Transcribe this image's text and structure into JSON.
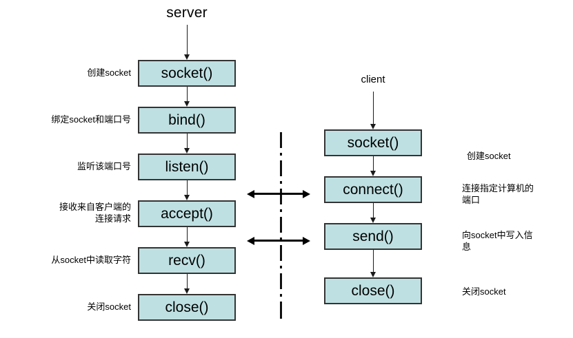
{
  "diagram": {
    "title_server": "server",
    "title_client": "client",
    "separator_style": "dash-dot vertical line",
    "box_fill": "#bfe0e2",
    "box_border": "#333333",
    "arrow_color": "#1a1a1a"
  },
  "server": {
    "label": "server",
    "steps": [
      {
        "fn": "socket()",
        "desc": "创建socket"
      },
      {
        "fn": "bind()",
        "desc": "绑定socket和端口号"
      },
      {
        "fn": "listen()",
        "desc": "监听该端口号"
      },
      {
        "fn": "accept()",
        "desc": "接收来自客户端的\n连接请求"
      },
      {
        "fn": "recv()",
        "desc": "从socket中读取字符"
      },
      {
        "fn": "close()",
        "desc": "关闭socket"
      }
    ]
  },
  "client": {
    "label": "client",
    "steps": [
      {
        "fn": "socket()",
        "desc": "创建socket"
      },
      {
        "fn": "connect()",
        "desc": "连接指定计算机的\n端口"
      },
      {
        "fn": "send()",
        "desc": "向socket中写入信\n息"
      },
      {
        "fn": "close()",
        "desc": "关闭socket"
      }
    ]
  },
  "cross_links": [
    {
      "from": "client.connect()",
      "to": "server.accept()",
      "direction": "bidirectional"
    },
    {
      "from": "client.send()",
      "to": "server.recv()",
      "direction": "bidirectional"
    }
  ]
}
